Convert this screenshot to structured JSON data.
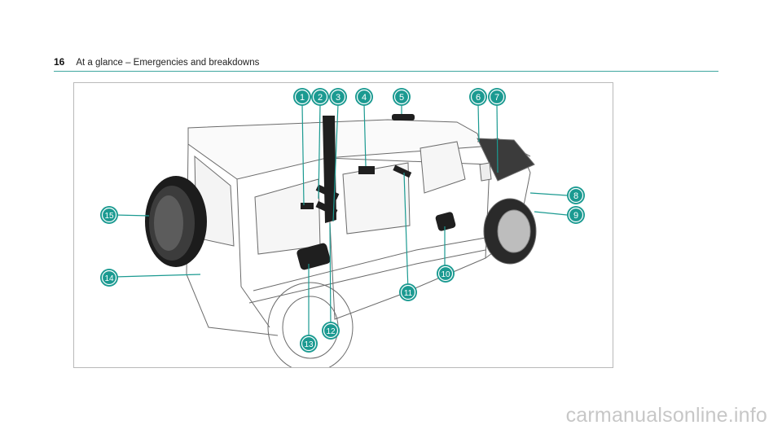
{
  "header": {
    "page_number": "16",
    "title": "At a glance – Emergencies and breakdowns"
  },
  "figure": {
    "accent_color": "#1b9a91",
    "callouts": [
      {
        "id": "c1",
        "label": "1"
      },
      {
        "id": "c2",
        "label": "2"
      },
      {
        "id": "c3",
        "label": "3"
      },
      {
        "id": "c4",
        "label": "4"
      },
      {
        "id": "c5",
        "label": "5"
      },
      {
        "id": "c6",
        "label": "6"
      },
      {
        "id": "c7",
        "label": "7"
      },
      {
        "id": "c8",
        "label": "8"
      },
      {
        "id": "c9",
        "label": "9"
      },
      {
        "id": "c10",
        "label": "10"
      },
      {
        "id": "c11",
        "label": "11"
      },
      {
        "id": "c12",
        "label": "12"
      },
      {
        "id": "c13",
        "label": "13"
      },
      {
        "id": "c14",
        "label": "14"
      },
      {
        "id": "c15",
        "label": "15"
      }
    ]
  },
  "watermark": "carmanualsonline.info"
}
